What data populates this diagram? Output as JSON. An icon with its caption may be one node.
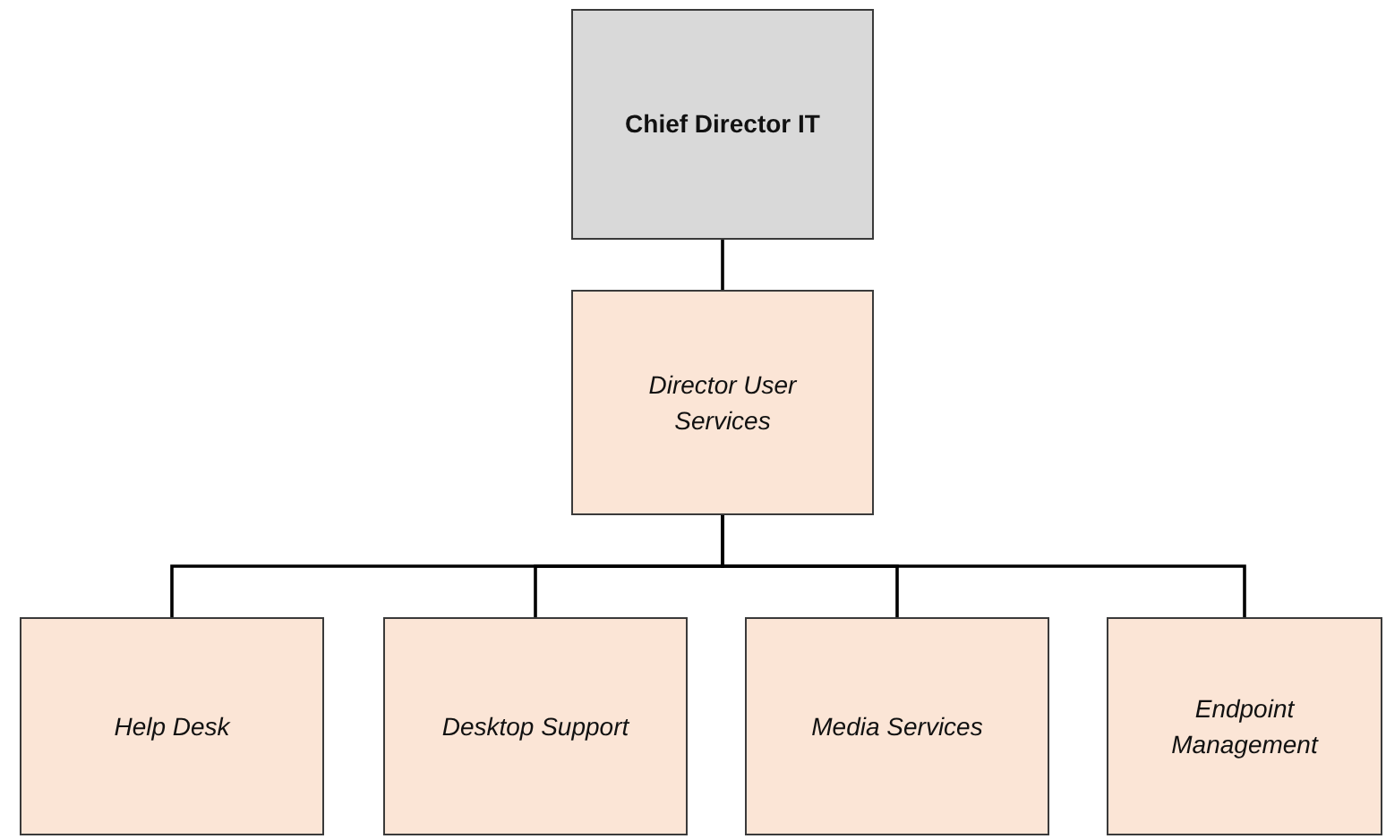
{
  "diagram": {
    "nodes": [
      {
        "text": [
          "Chief Director IT"
        ]
      },
      {
        "text": [
          "Director User Services"
        ]
      },
      {
        "text": [
          "Help Desk"
        ]
      },
      {
        "text": [
          "Desktop Support"
        ]
      },
      {
        "text": [
          "Media Services"
        ]
      },
      {
        "text": [
          "Endpoint Management"
        ]
      }
    ],
    "edges": [
      {
        "from": 0,
        "to": 1,
        "arrow": "none"
      },
      {
        "from": 1,
        "to": 2,
        "arrow": "none"
      },
      {
        "from": 1,
        "to": 3,
        "arrow": "none"
      },
      {
        "from": 1,
        "to": 4,
        "arrow": "none"
      },
      {
        "from": 1,
        "to": 5,
        "arrow": "none"
      }
    ]
  }
}
